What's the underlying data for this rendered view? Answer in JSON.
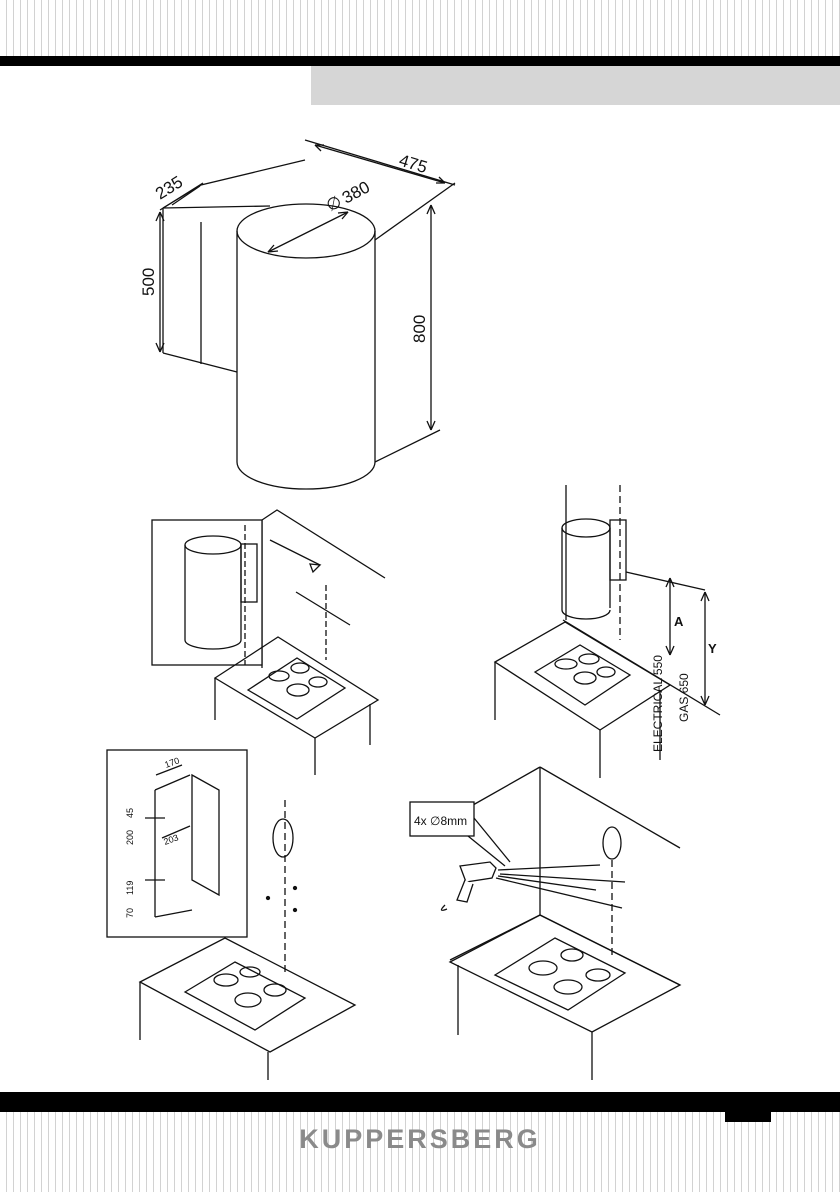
{
  "brand": "KUPPERSBERG",
  "dimensions": {
    "width": "475",
    "depth": "235",
    "diameter": "380",
    "diameter_symbol": "∅",
    "chimney_height": "500",
    "total_height": "800"
  },
  "clearance": {
    "label_a": "A",
    "label_y": "Y",
    "electrical": "ELECTRICAL 550",
    "gas": "GAS 650"
  },
  "bracket": {
    "width": "170",
    "height_top": "45",
    "height_mid": "200",
    "spacing": "203",
    "height_low": "119",
    "height_bottom": "70"
  },
  "drilling": {
    "holes": "4x ∅8mm"
  },
  "colors": {
    "bars": "#000000",
    "header_band": "#d6d6d6",
    "stripe": "#d2d2d2",
    "brand_text": "#8a8a8a"
  }
}
